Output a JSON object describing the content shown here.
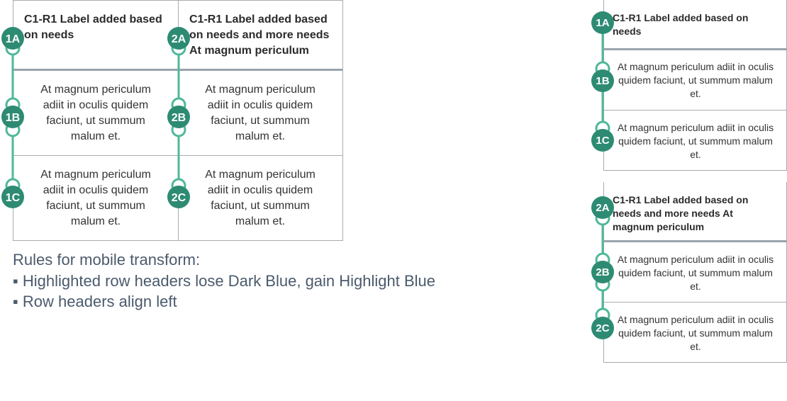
{
  "desktop": {
    "headers": [
      "C1-R1 Label added based on needs",
      "C1-R1 Label added based on needs and more needs At magnum periculum"
    ],
    "rows": [
      [
        "At magnum periculum adiit in oculis quidem faciunt, ut summum malum et.",
        "At magnum periculum adiit in oculis quidem faciunt, ut summum malum et."
      ],
      [
        "At magnum periculum adiit in oculis quidem faciunt, ut summum malum et.",
        "At magnum periculum adiit in oculis quidem faciunt, ut summum malum et."
      ]
    ]
  },
  "rules": {
    "title": "Rules for mobile transform:",
    "items": [
      "▪ Highlighted row headers lose Dark Blue, gain Highlight Blue",
      "▪ Row headers align left"
    ]
  },
  "mobile": {
    "card1": {
      "header": "C1-R1 Label added based on needs",
      "rows": [
        "At magnum periculum adiit in oculis quidem faciunt, ut summum malum et.",
        "At magnum periculum adiit in oculis quidem faciunt, ut summum malum et."
      ]
    },
    "card2": {
      "header": "C1-R1 Label added based on needs and more needs At magnum periculum",
      "rows": [
        "At magnum periculum adiit in oculis quidem faciunt, ut summum malum et.",
        "At magnum periculum adiit in oculis quidem faciunt, ut summum malum et."
      ]
    }
  },
  "markers": [
    "1A",
    "1B",
    "1C",
    "2A",
    "2B",
    "2C"
  ],
  "colors": {
    "marker": "#2e8b73",
    "line": "#4fb89a",
    "border": "#a8acb1",
    "rules_text": "#4a5a6c"
  }
}
